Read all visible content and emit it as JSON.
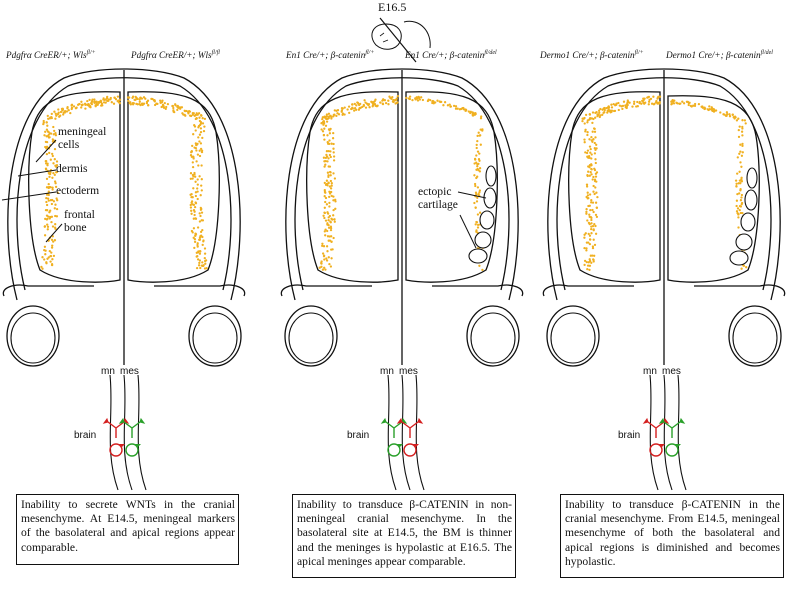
{
  "timepoint_label": "E16.5",
  "panels": [
    {
      "id": "wls",
      "header_left": {
        "gene": "Pdgfrα CreER/+; Wls",
        "sup": "fl/+"
      },
      "header_right": {
        "gene": "Pdgfrα CreER/+; Wls",
        "sup": "fl/fl"
      },
      "layer_labels": [
        "meningeal",
        "cells",
        "dermis",
        "ectoderm",
        "frontal",
        "bone"
      ],
      "layer_label_names": [
        "meningeal cells",
        "dermis",
        "ectoderm",
        "frontal bone"
      ],
      "zoom_labels": {
        "left_layer": "mn",
        "right_layer": "mes",
        "tissue": "brain"
      },
      "signal_colors": {
        "left": "#d42020",
        "right": "#2aa02a"
      },
      "description": "Inability to secrete WNTs in the cranial mesenchyme. At E14.5, meningeal markers of the basolateral and apical regions appear comparable."
    },
    {
      "id": "en1",
      "header_left": {
        "gene": "En1 Cre/+; β-catenin",
        "sup": "fl/+"
      },
      "header_right": {
        "gene": "En1 Cre/+; β-catenin",
        "sup": "fl/del"
      },
      "annotation": [
        "ectopic",
        "cartilage"
      ],
      "zoom_labels": {
        "left_layer": "mn",
        "right_layer": "mes",
        "tissue": "brain"
      },
      "signal_colors": {
        "left": "#2aa02a",
        "right": "#d42020"
      },
      "description": "Inability to transduce β-CATENIN in non-meningeal cranial mesenchyme. In the basolateral site at E14.5, the BM is thinner and the meninges is hypolastic at E16.5. The apical meninges appear comparable."
    },
    {
      "id": "dermo1",
      "header_left": {
        "gene": "Dermo1 Cre/+; β-catenin",
        "sup": "fl/+"
      },
      "header_right": {
        "gene": "Dermo1 Cre/+; β-catenin",
        "sup": "fl/del"
      },
      "zoom_labels": {
        "left_layer": "mn",
        "right_layer": "mes",
        "tissue": "brain"
      },
      "signal_colors": {
        "left": "#d42020",
        "right": "#2aa02a"
      },
      "description": "Inability to transduce β-CATENIN in the cranial mesenchyme. From E14.5, meningeal mesenchyme of both the basolateral and apical regions is diminished and becomes hypolastic."
    }
  ],
  "colors": {
    "meninges_dots": "#f0b020",
    "line": "#111111"
  }
}
